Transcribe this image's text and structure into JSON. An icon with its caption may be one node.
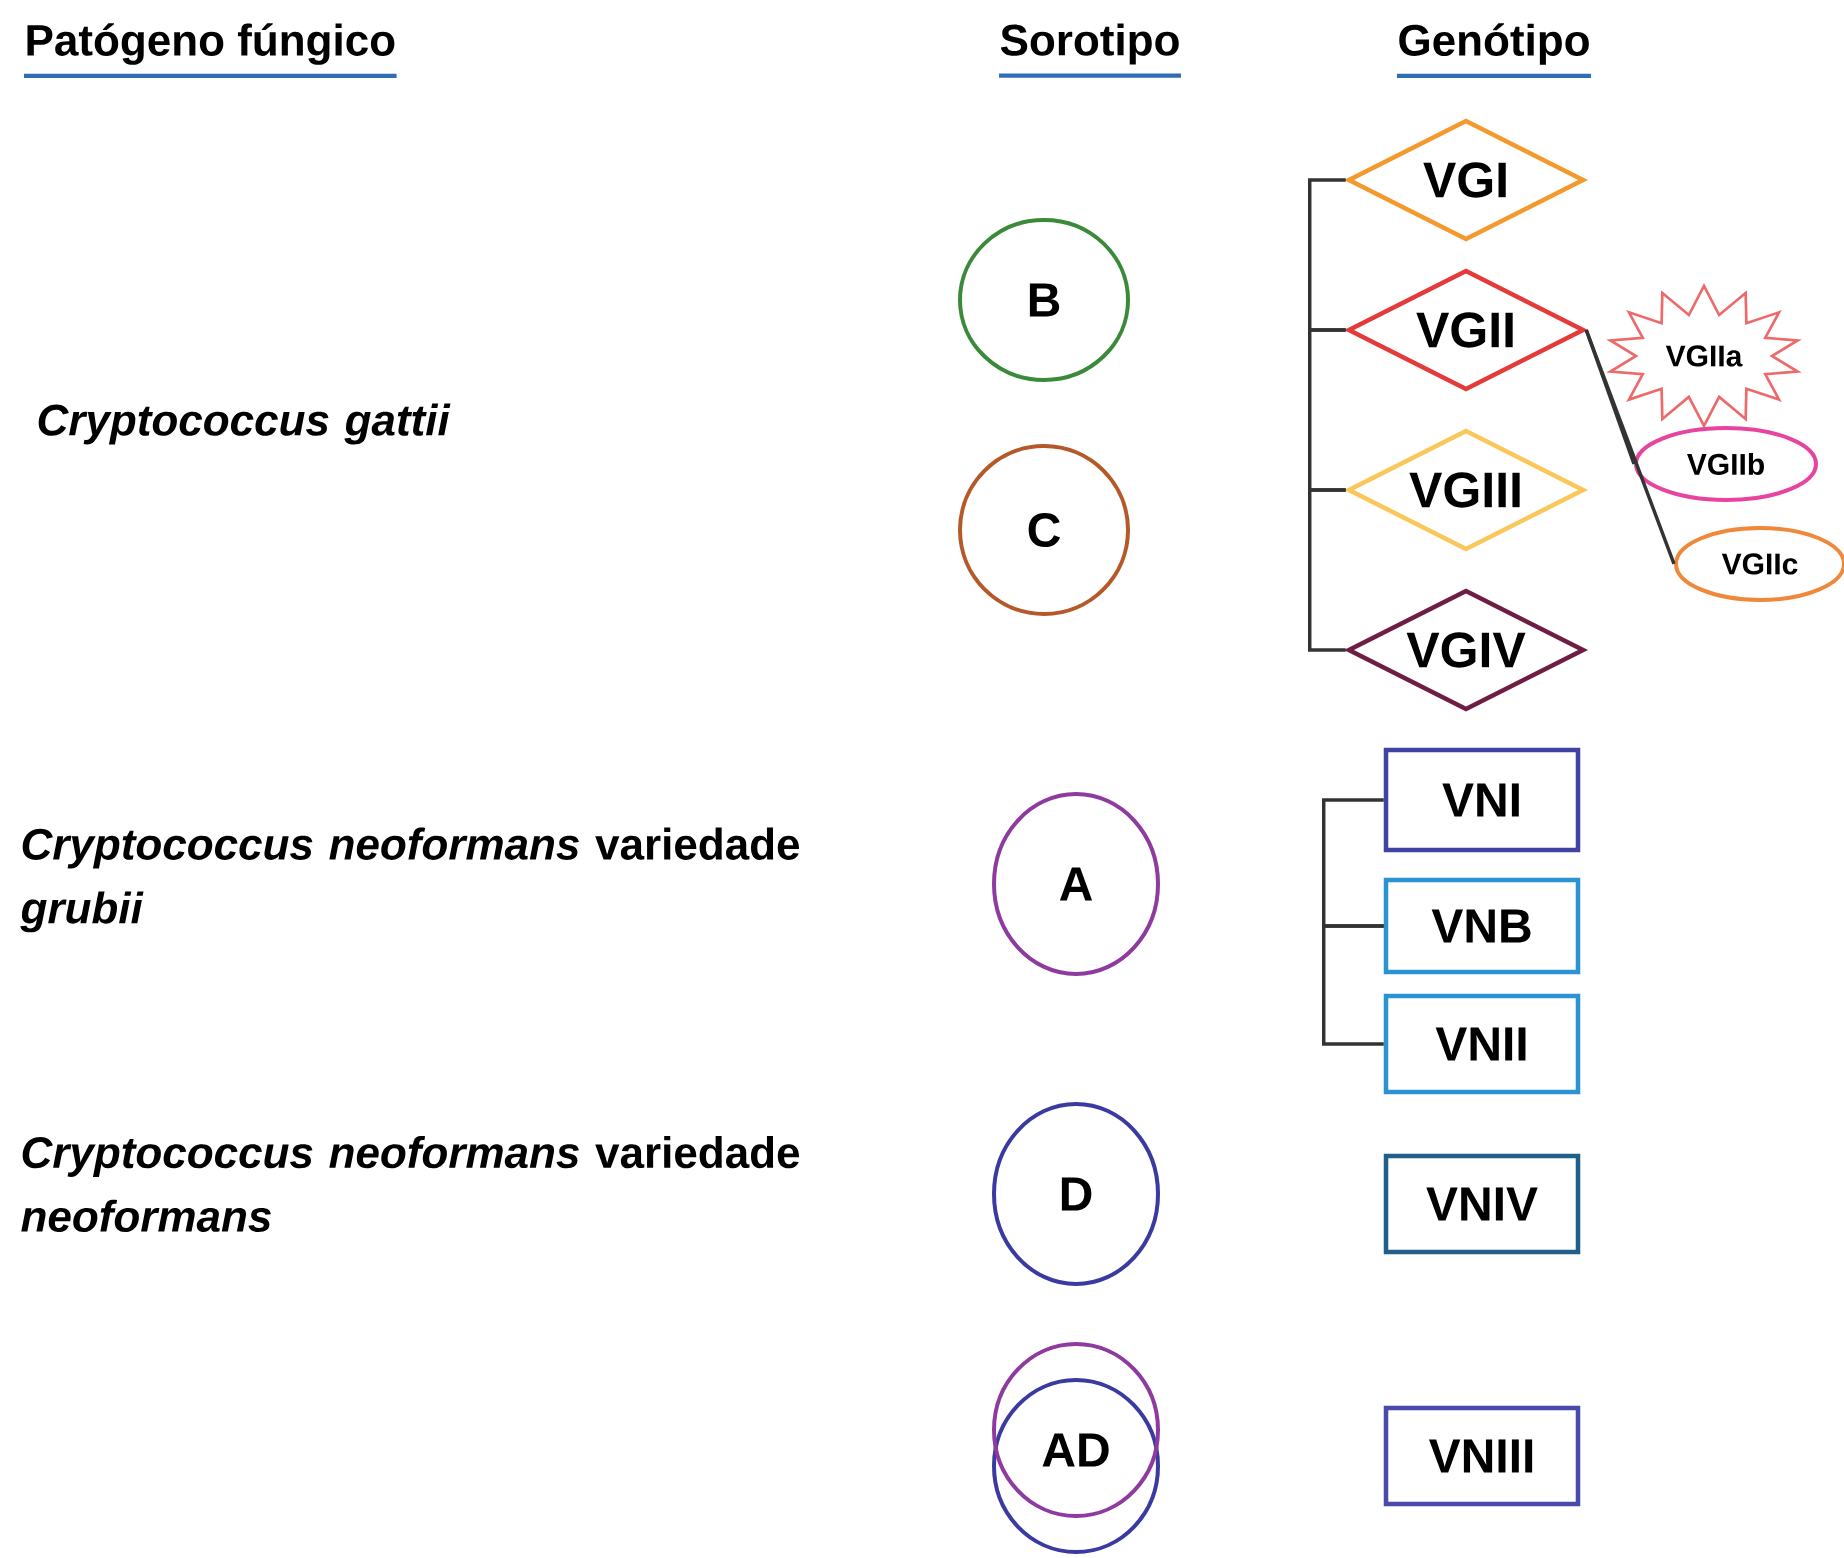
{
  "diagram": {
    "nodes": [
      {
        "text": [
          "B"
        ]
      },
      {
        "text": [
          "C"
        ]
      },
      {
        "text": [
          "VGI"
        ]
      },
      {
        "text": [
          "VGII"
        ]
      },
      {
        "text": [
          "VGIII"
        ]
      },
      {
        "text": [
          "VGIV"
        ]
      },
      {
        "text": [
          "VGIIa"
        ]
      },
      {
        "text": [
          "VGIIb"
        ]
      },
      {
        "text": [
          "VGIIc"
        ]
      },
      {
        "text": [
          "A"
        ]
      },
      {
        "text": [
          "VNI"
        ]
      },
      {
        "text": [
          "VNB"
        ]
      },
      {
        "text": [
          "VNII"
        ]
      },
      {
        "text": [
          "D"
        ]
      },
      {
        "text": [
          "VNIV"
        ]
      },
      {
        "text": [
          "AD"
        ]
      },
      {
        "text": [
          "VNIII"
        ]
      }
    ],
    "edges": [
      {
        "from": 2,
        "to": 3,
        "arrow": "none"
      },
      {
        "from": 3,
        "to": 4,
        "arrow": "none"
      },
      {
        "from": 4,
        "to": 5,
        "arrow": "none"
      },
      {
        "from": 3,
        "to": 7,
        "arrow": "none"
      },
      {
        "from": 3,
        "to": 8,
        "arrow": "none"
      },
      {
        "from": 10,
        "to": 11,
        "arrow": "none"
      },
      {
        "from": 11,
        "to": 12,
        "arrow": "none"
      }
    ],
    "labels": [
      "Patógeno fúngico",
      "Sorotipo",
      "Genótipo",
      "Cryptococcus gattii",
      "*Cryptococcus neoformans* variedade *grubii*",
      "*Cryptococcus neoformans* variedade *neoformans*"
    ]
  }
}
